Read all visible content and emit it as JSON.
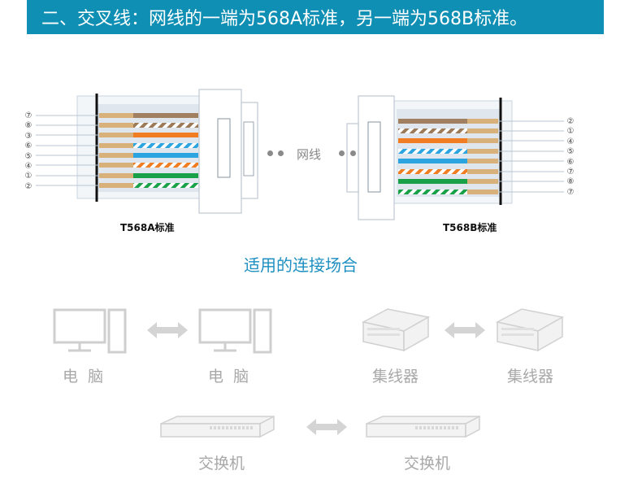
{
  "header": {
    "title": "二、交叉线：网线的一端为568A标准，另一端为568B标准。"
  },
  "connectors": {
    "left_label": "T568A标准",
    "right_label": "T568B标准",
    "cable_label": "网线",
    "left_pins": [
      "⑦",
      "⑧",
      "③",
      "⑥",
      "⑤",
      "④",
      "①",
      "②"
    ],
    "right_pins": [
      "②",
      "①",
      "④",
      "⑤",
      "⑥",
      "⑦",
      "⑧",
      "⑦"
    ]
  },
  "usage": {
    "title": "适用的连接场合",
    "pairs": [
      {
        "left": "电  脑",
        "right": "电  脑"
      },
      {
        "left": "集线器",
        "right": "集线器"
      },
      {
        "left": "交换机",
        "right": "交换机"
      }
    ]
  },
  "colors": {
    "header_bg": "#0f8fb3",
    "accent": "#1d8fc1",
    "device_gray": "#c8c8c8",
    "wire_brown": "#a08060",
    "wire_orange": "#f07d22",
    "wire_blue": "#2ba4e0",
    "wire_green": "#19a14a",
    "wire_tan": "#d8b07a"
  },
  "icons": [
    "computer-icon",
    "hub-icon",
    "switch-icon",
    "double-arrow-icon"
  ]
}
